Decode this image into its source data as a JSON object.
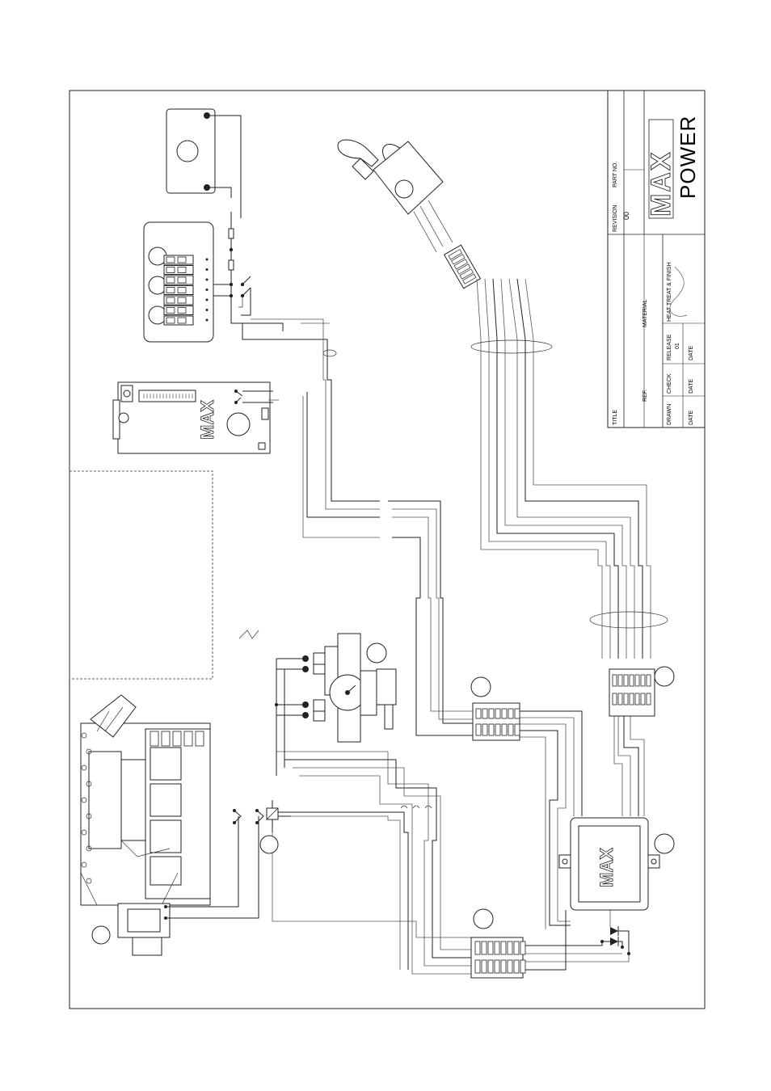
{
  "title_block": {
    "title_label": "TITLE",
    "revision_label": "REVISION",
    "revision_value": "00",
    "part_no_label": "PART NO.",
    "ref_label": "REF.",
    "material_label": "MATERIAL",
    "drawn_label": "DRAWN",
    "check_label": "CHECK",
    "release_label": "RELEASE",
    "release_value": "01",
    "heat_treat_label": "HEAT TREAT & FINISH",
    "date_label_1": "DATE",
    "date_label_2": "DATE",
    "date_label_3": "DATE"
  },
  "brand": {
    "logo_text": "MAX",
    "subtitle": "POWER"
  },
  "panel_logos": {
    "control_panel_logo": "MAX",
    "junction_box_logo": "MAX"
  },
  "colors": {
    "line": "#222222",
    "wire": "#555555",
    "background": "#ffffff"
  }
}
